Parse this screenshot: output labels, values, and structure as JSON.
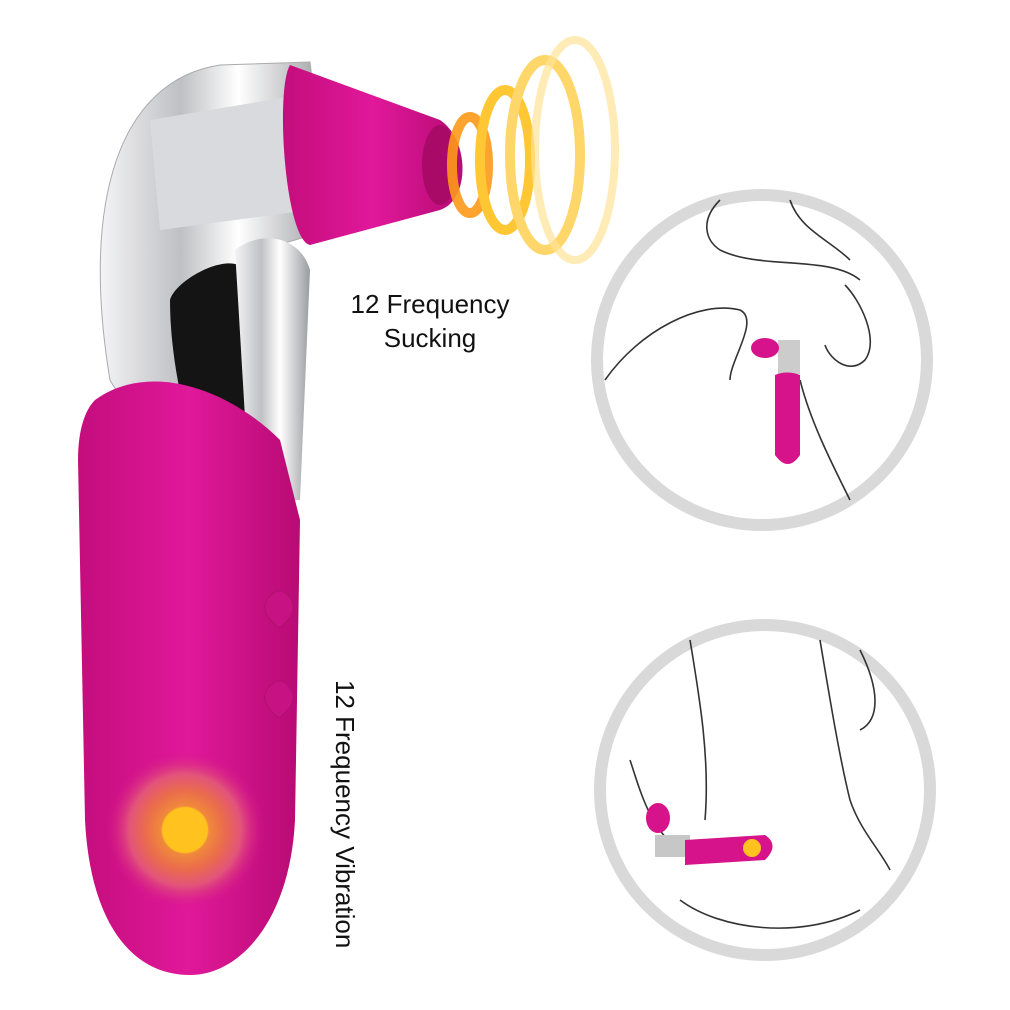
{
  "labels": {
    "sucking_line1": "12 Frequency",
    "sucking_line2": "Sucking",
    "vibration": "12 Frequency Vibration"
  },
  "colors": {
    "product_magenta": "#d6138a",
    "chrome": "#c8c8cc",
    "glow": "#ffcc33",
    "circle_border": "#d9d9d9"
  }
}
